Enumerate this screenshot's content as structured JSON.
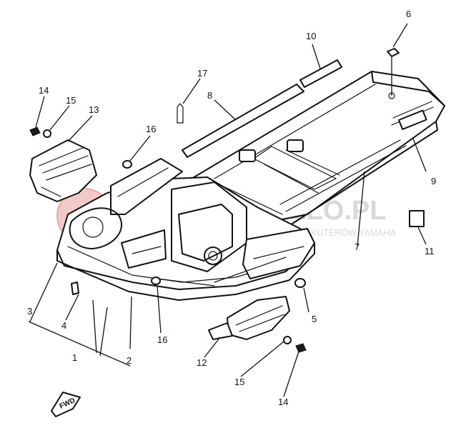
{
  "callouts": {
    "c1": "1",
    "c2": "2",
    "c3": "3",
    "c4": "4",
    "c5": "5",
    "c6": "6",
    "c7": "7",
    "c8": "8",
    "c9": "9",
    "c10": "10",
    "c11": "11",
    "c12": "12",
    "c13": "13",
    "c14_top": "14",
    "c14_bottom": "14",
    "c15_top": "15",
    "c15_bottom": "15",
    "c16_top": "16",
    "c16_bottom": "16",
    "c17": "17"
  },
  "labels": {
    "fwd_arrow": "FWD"
  },
  "watermark": {
    "brand": "MOTOMAKILLO.PL",
    "tagline": "NAJWIĘKSZY SKLEP Z CZĘŚCIAMI DO SKUTERÓW YAMAHA"
  },
  "colors": {
    "line": "#111111",
    "watermark_text": "#d9d9d9",
    "watermark_logo": "#f2c9c9"
  }
}
